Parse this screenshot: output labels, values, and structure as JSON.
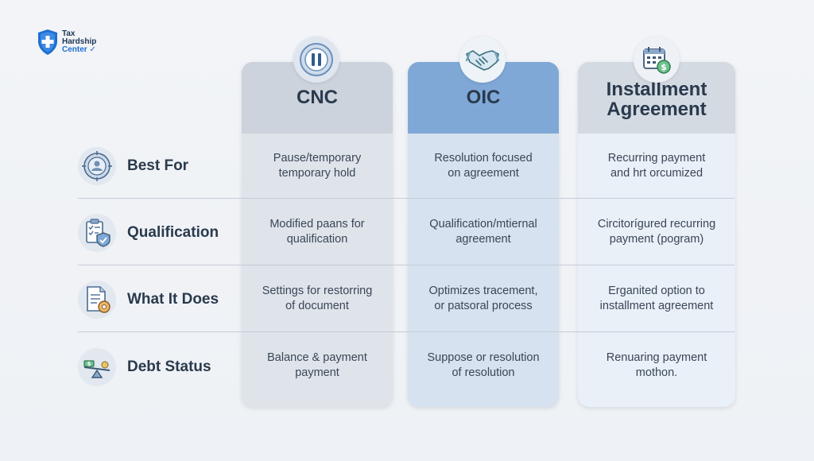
{
  "logo": {
    "line1": "Tax",
    "line2": "Hardship",
    "line3": "Center"
  },
  "columns": [
    {
      "title": "CNC",
      "icon": "pause-icon"
    },
    {
      "title": "OIC",
      "icon": "handshake-icon"
    },
    {
      "title_line1": "Installment",
      "title_line2": "Agreement",
      "icon": "calendar-dollar-icon"
    }
  ],
  "rows": [
    {
      "label": "Best For",
      "icon": "target-person-icon",
      "cells": [
        {
          "l1": "Pause/temporary",
          "l2": "temporary hold"
        },
        {
          "l1": "Resolution focused",
          "l2": "on agreement"
        },
        {
          "l1": "Recurring payment",
          "l2": "and hrt orcumized"
        }
      ]
    },
    {
      "label": "Qualification",
      "icon": "checklist-shield-icon",
      "cells": [
        {
          "l1": "Modified paans for",
          "l2": "qualification"
        },
        {
          "l1": "Qualification/mtiernal",
          "l2": "agreement"
        },
        {
          "l1": "Circitorígured recurring",
          "l2": "payment (pogram)"
        }
      ]
    },
    {
      "label": "What It Does",
      "icon": "document-gear-icon",
      "cells": [
        {
          "l1": "Settings for restorring",
          "l2": "of document"
        },
        {
          "l1": "Optimizes tracement,",
          "l2": "or patsoral process"
        },
        {
          "l1": "Erganited option to",
          "l2": "installment agreement"
        }
      ]
    },
    {
      "label": "Debt Status",
      "icon": "balance-scale-icon",
      "cells": [
        {
          "l1": "Balance & payment",
          "l2": "payment"
        },
        {
          "l1": "Suppose or resolution",
          "l2": "of resolution"
        },
        {
          "l1": "Renuaring payment",
          "l2": "mothon."
        }
      ]
    }
  ],
  "colors": {
    "cnc_header": "#ccd3dc",
    "oic_header": "#7fa8d6",
    "ia_header": "#d4dae2",
    "accent": "#1e6fd0",
    "text": "#2a3a4d"
  }
}
